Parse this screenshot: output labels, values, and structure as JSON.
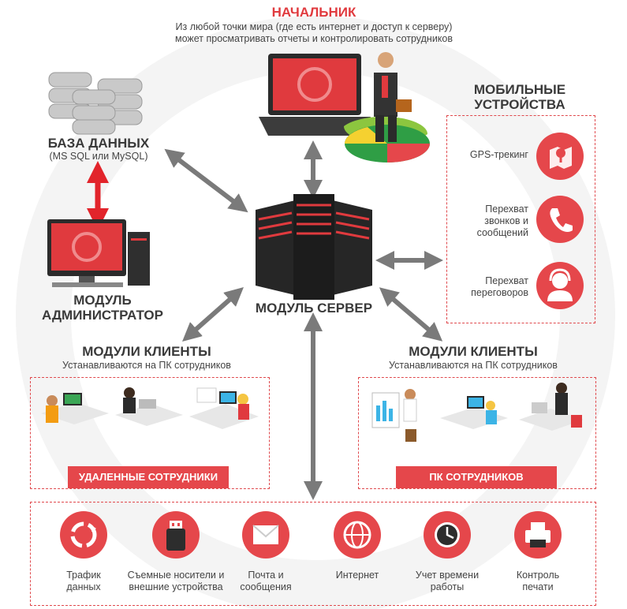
{
  "boss": {
    "title": "НАЧАЛЬНИК",
    "desc_line1": "Из любой точки мира (где есть интернет и доступ к серверу)",
    "desc_line2": "может просматривать отчеты и контролировать сотрудников"
  },
  "database": {
    "title": "БАЗА ДАННЫХ",
    "sub": "(MS SQL или MySQL)"
  },
  "admin": {
    "title_line1": "МОДУЛЬ",
    "title_line2": "АДМИНИСТРАТОР"
  },
  "server": {
    "title": "МОДУЛЬ СЕРВЕР"
  },
  "mobile": {
    "title_line1": "МОБИЛЬНЫЕ",
    "title_line2": "УСТРОЙСТВА",
    "items": [
      {
        "line1": "GPS-трекинг",
        "line2": "",
        "line3": "",
        "icon": "map-pin-icon"
      },
      {
        "line1": "Перехват",
        "line2": "звонков и",
        "line3": "сообщений",
        "icon": "phone-icon"
      },
      {
        "line1": "Перехват",
        "line2": "переговоров",
        "line3": "",
        "icon": "headset-operator-icon"
      }
    ]
  },
  "clients_left": {
    "title": "МОДУЛИ КЛИЕНТЫ",
    "sub": "Устанавливаются на ПК сотрудников",
    "banner": "УДАЛЕННЫЕ СОТРУДНИКИ"
  },
  "clients_right": {
    "title": "МОДУЛИ КЛИЕНТЫ",
    "sub": "Устанавливаются на ПК сотрудников",
    "banner": "ПК СОТРУДНИКОВ"
  },
  "features": [
    {
      "line1": "Трафик",
      "line2": "данных",
      "icon": "traffic-cycle-icon"
    },
    {
      "line1": "Съемные носители и",
      "line2": "внешние устройства",
      "icon": "usb-drive-icon"
    },
    {
      "line1": "Почта и",
      "line2": "сообщения",
      "icon": "envelope-icon"
    },
    {
      "line1": "Интернет",
      "line2": "",
      "icon": "globe-icon"
    },
    {
      "line1": "Учет времени",
      "line2": "работы",
      "icon": "clock-icon"
    },
    {
      "line1": "Контроль",
      "line2": "печати",
      "icon": "printer-icon"
    }
  ],
  "colors": {
    "accent": "#e5474b",
    "arrow": "#7a7a7a",
    "db_arrow": "#e2242b",
    "dark": "#2d2d2d"
  }
}
